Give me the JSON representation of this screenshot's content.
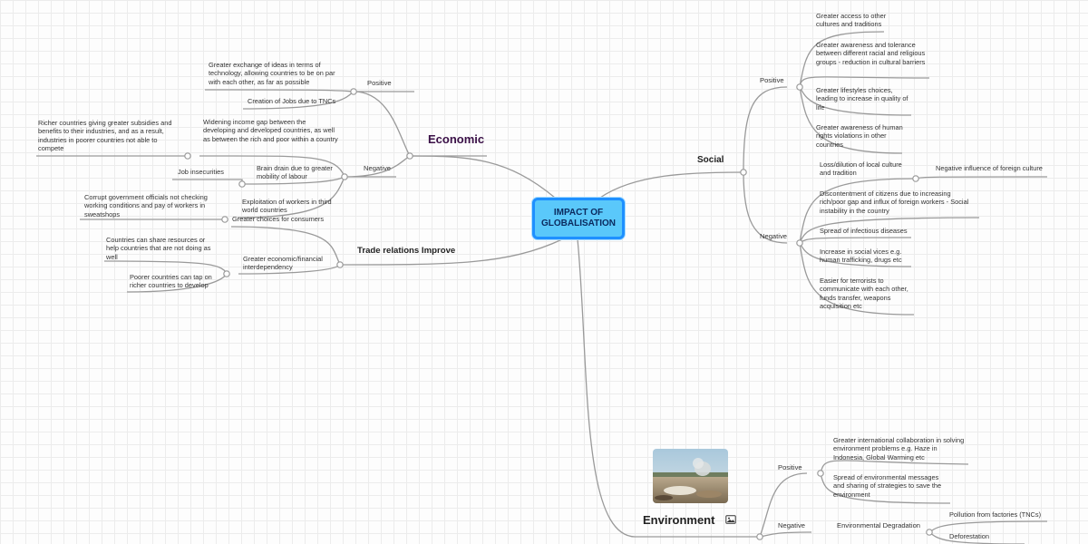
{
  "center": {
    "title_line1": "IMPACT OF",
    "title_line2": "GLOBALISATION"
  },
  "economic": {
    "title": "Economic",
    "positive_label": "Positive",
    "positive_items": [
      "Greater exchange of ideas in terms of technology, allowing countries to be on par with each other, as far as possible",
      "Creation of Jobs due to TNCs"
    ],
    "negative_label": "Negative",
    "negative_items": [
      "Widening income gap between the developing and developed countries, as well as between the rich and poor within a country",
      "Brain drain due to greater mobility of labour",
      "Exploitation of workers in third world countries"
    ],
    "income_gap_sub": "Richer countries giving greater subsidies and benefits to their industries, and as a result, industries in poorer countries not able to compete",
    "brain_drain_sub": "Job insecurities",
    "exploitation_sub": "Corrupt government officials not checking working conditions and pay of workers in sweatshops"
  },
  "trade": {
    "title": "Trade relations Improve",
    "item_choices": "Greater choices for consumers",
    "item_interdependency": "Greater economic/financial interdependency",
    "interdependency_subs": [
      "Countries can share resources or help countries that are not doing as well",
      "Poorer countries can tap on richer countries to develop"
    ]
  },
  "social": {
    "title": "Social",
    "positive_label": "Positive",
    "positive_items": [
      "Greater access to other cultures and traditions",
      "Greater awareness and tolerance between different racial and religious groups - reduction in cultural barriers",
      "Greater lifestyles choices, leading to increase in quality of life",
      "Greater awareness of human rights violations in other countries"
    ],
    "negative_label": "Negative",
    "negative_items": [
      "Loss/dilution of local culture and tradition",
      "Discontentment of citizens due to increasing rich/poor gap and influx of foreign workers - Social instability in the country",
      "Spread of infectious diseases",
      "Increase in social vices e.g. human trafficking, drugs etc",
      "Easier for terrorists to communicate with each other, funds transfer, weapons acquisition etc"
    ],
    "culture_sub": "Negative influence of foreign culture"
  },
  "environment": {
    "title": "Environment",
    "image_icon": "image-icon",
    "positive_label": "Positive",
    "positive_items": [
      "Greater international collaboration in solving environment problems e.g. Haze in Indonesia, Global Warming etc",
      "Spread of environmental messages and sharing of strategies to save the environment"
    ],
    "negative_label": "Negative",
    "degradation_label": "Environmental Degradation",
    "degradation_items": [
      "Pollution from factories (TNCs)",
      "Deforestation"
    ]
  },
  "colors": {
    "center_fill": "#5ac8fa",
    "center_border": "#1e90ff",
    "economic_title": "#3a1047",
    "connector": "#9a9a9a"
  }
}
